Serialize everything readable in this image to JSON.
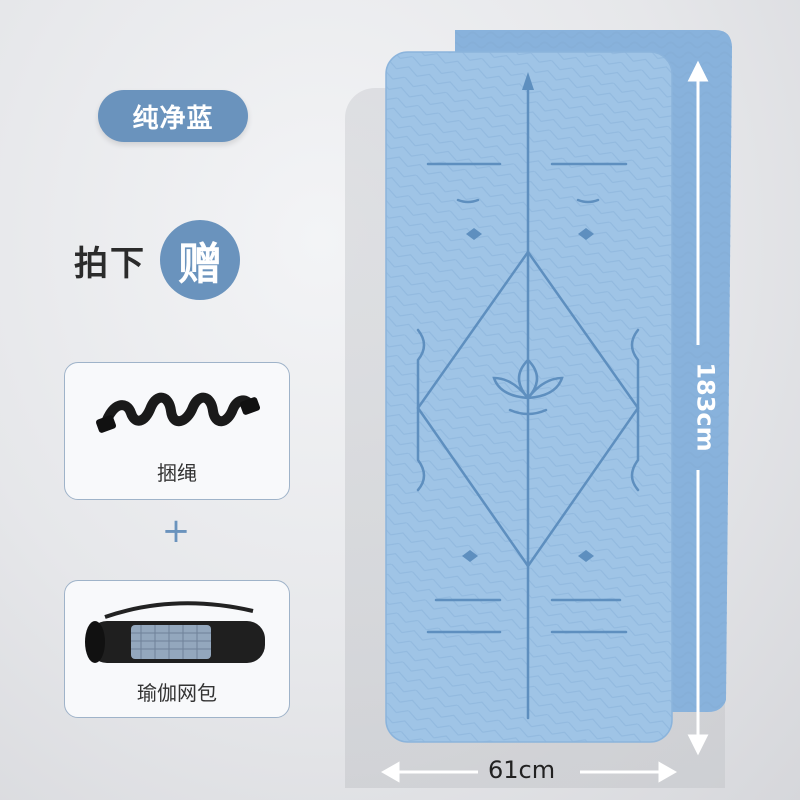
{
  "product_tag": "纯净蓝",
  "promo": {
    "text": "拍下",
    "gift_char": "赠"
  },
  "gifts": [
    {
      "label": "捆绳",
      "icon": "strap-icon"
    },
    {
      "label": "瑜伽网包",
      "icon": "mesh-bag-icon"
    }
  ],
  "plus_sign": "+",
  "dimensions": {
    "width": "61cm",
    "length": "183cm"
  },
  "colors": {
    "accent": "#6a93bd",
    "mat": "#9fc4e6",
    "mat_line": "#5e8fbf"
  }
}
